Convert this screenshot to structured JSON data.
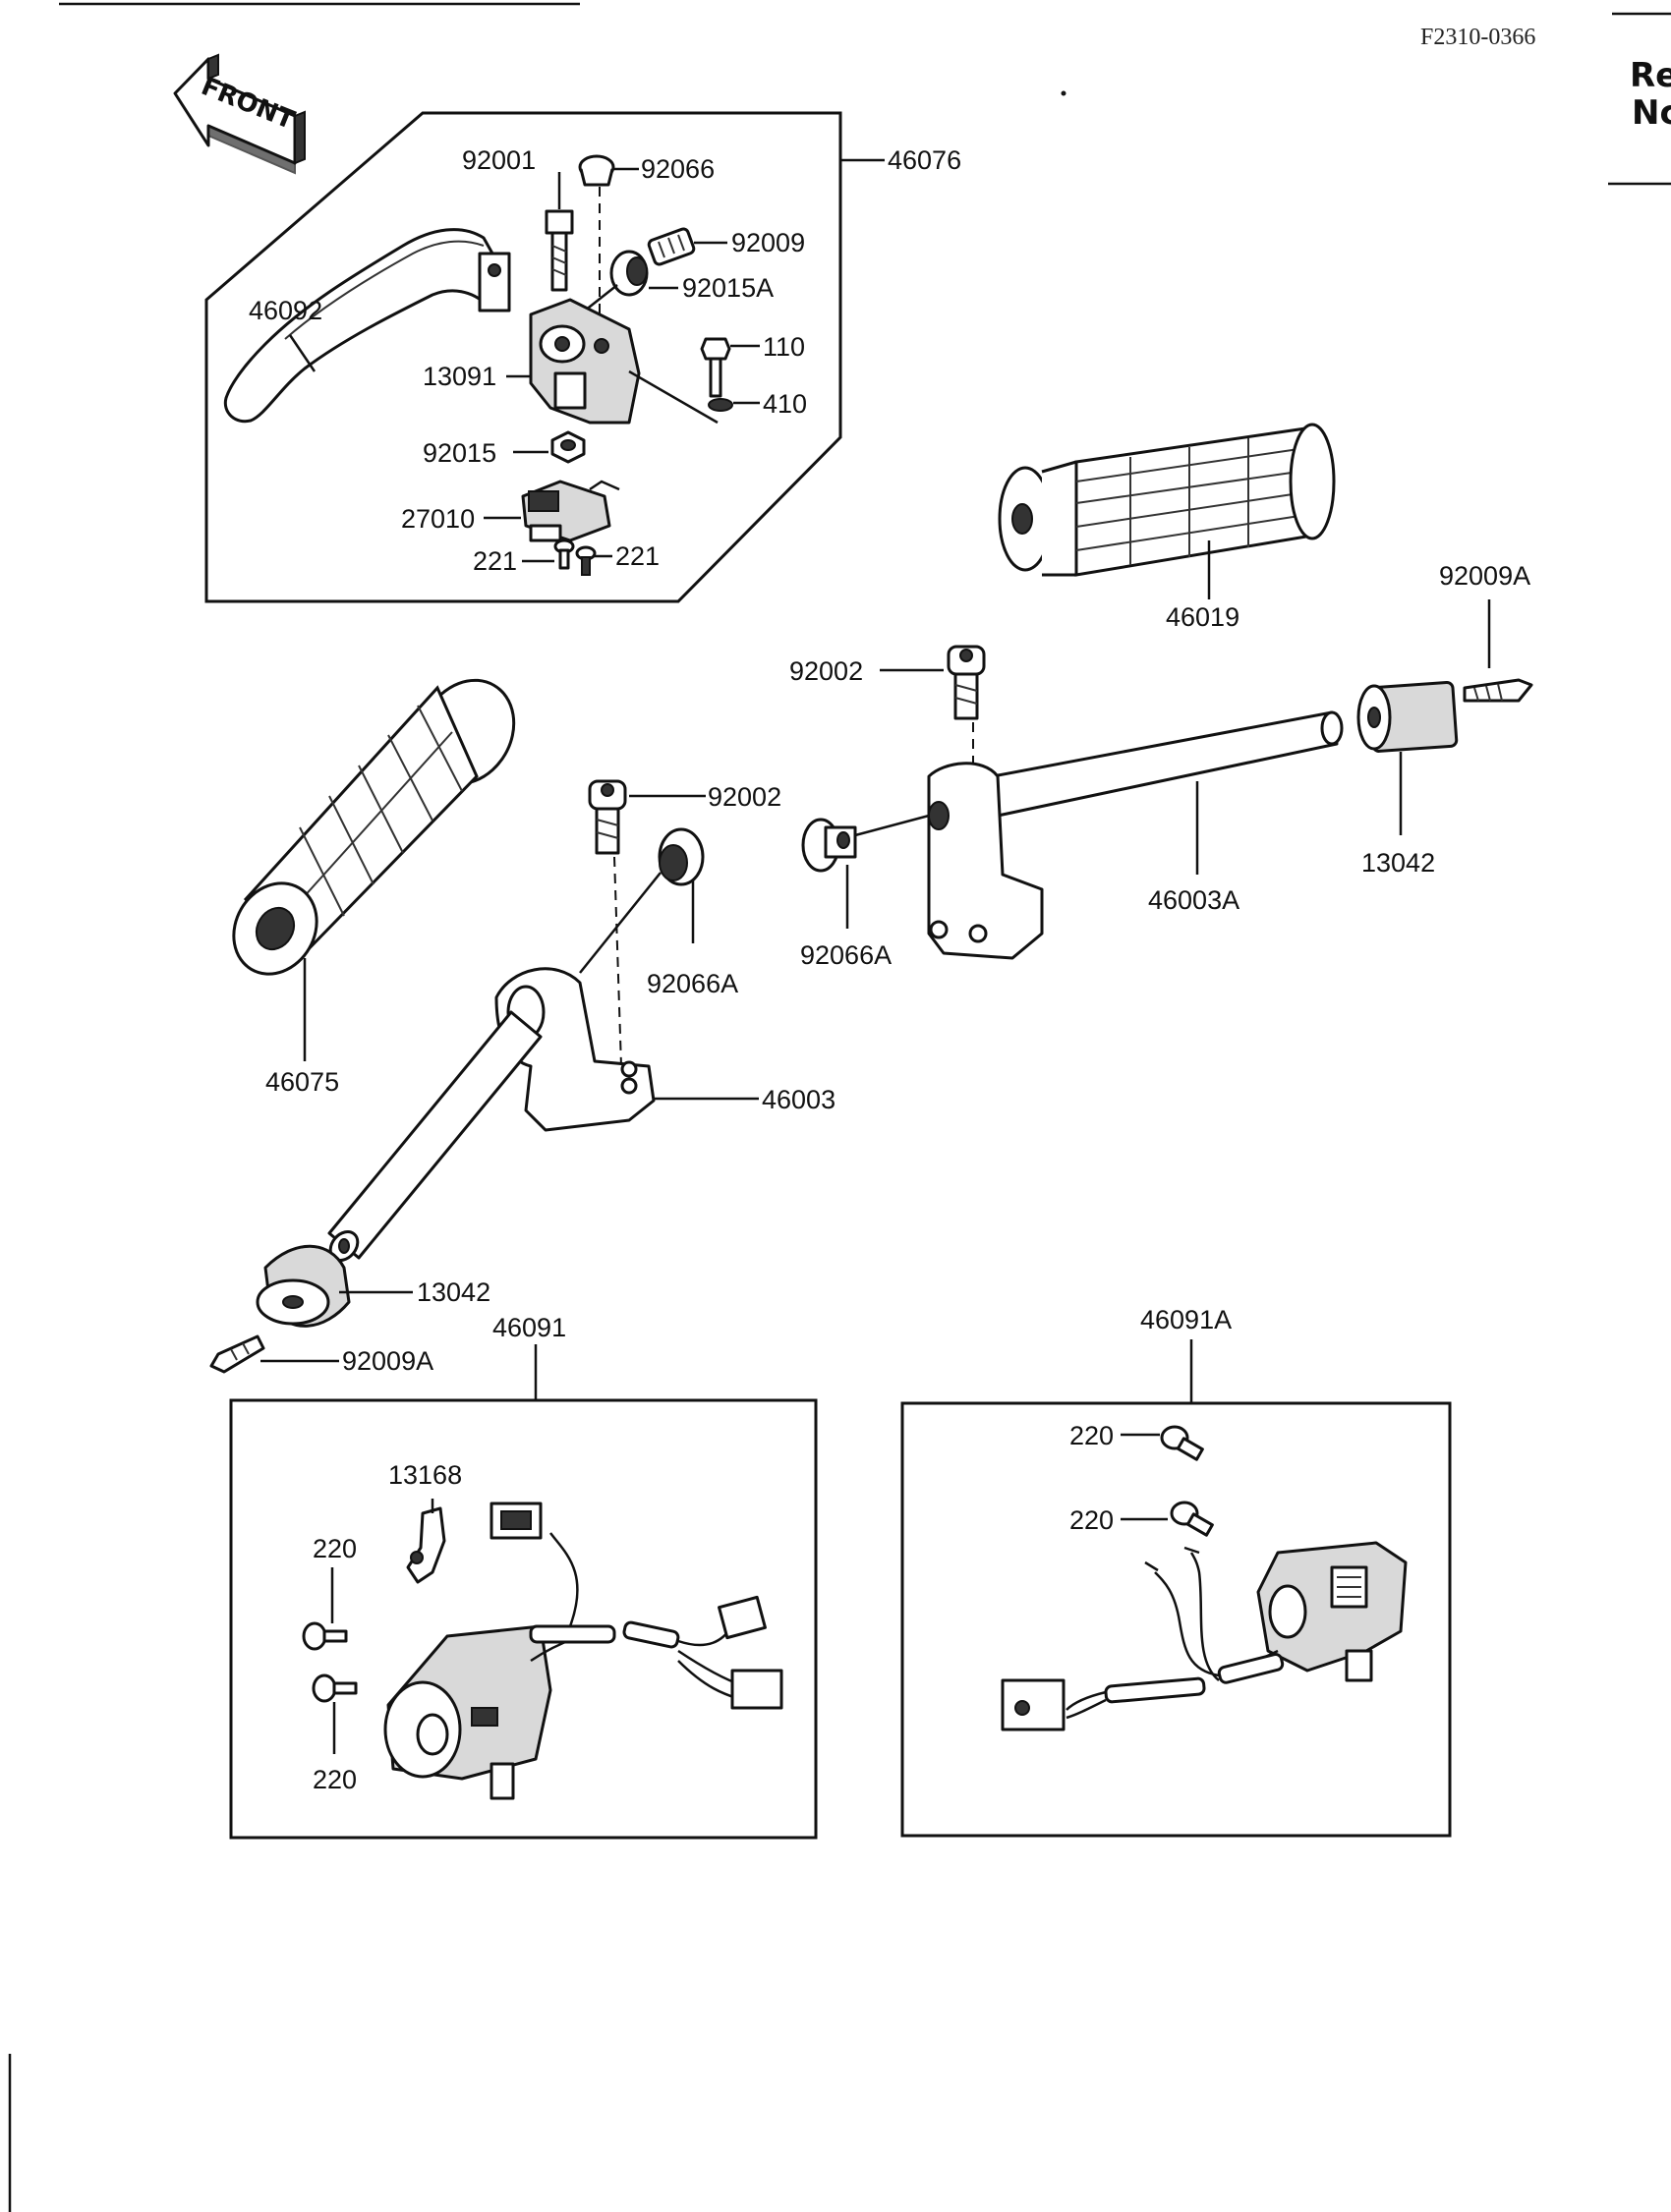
{
  "header": {
    "diagram_code": "F2310-0366",
    "side_text_line1": "Re",
    "side_text_line2": "Nc"
  },
  "front_arrow": {
    "label": "FRONT"
  },
  "parts": {
    "p46076": "46076",
    "p92001": "92001",
    "p92066": "92066",
    "p92009": "92009",
    "p92015A": "92015A",
    "p46092": "46092",
    "p110": "110",
    "p13091": "13091",
    "p410": "410",
    "p92015": "92015",
    "p27010": "27010",
    "p221a": "221",
    "p221b": "221",
    "p46019": "46019",
    "p92009A_top": "92009A",
    "p92002_top": "92002",
    "p92002_mid": "92002",
    "p46003A": "46003A",
    "p13042_right": "13042",
    "p92066A_right": "92066A",
    "p92066A_left": "92066A",
    "p46075": "46075",
    "p46003": "46003",
    "p13042_left": "13042",
    "p92009A_left": "92009A",
    "p46091": "46091",
    "p46091A": "46091A",
    "p13168": "13168",
    "p220_l1": "220",
    "p220_l2": "220",
    "p220_r1": "220",
    "p220_r2": "220"
  }
}
